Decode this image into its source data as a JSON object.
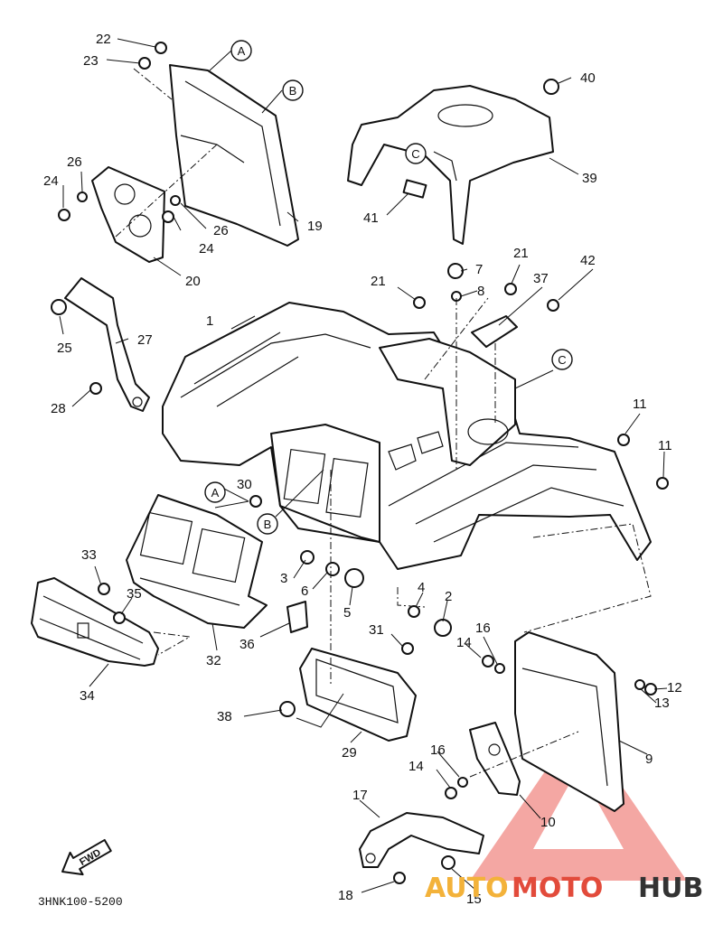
{
  "diagram_code": "3HNK100-5200",
  "fwd_label": "FWD",
  "watermark": {
    "part1": "AUTO",
    "part2": "MOTO",
    "part3": "HUB",
    "colors": {
      "orange": "#f3b23a",
      "red": "#e24b3b",
      "dark": "#333333"
    }
  },
  "reference_marks": [
    "A",
    "B",
    "C"
  ],
  "callouts": [
    "1",
    "2",
    "3",
    "4",
    "5",
    "6",
    "7",
    "8",
    "9",
    "10",
    "11",
    "12",
    "13",
    "14",
    "15",
    "16",
    "17",
    "18",
    "19",
    "20",
    "21",
    "22",
    "23",
    "24",
    "25",
    "26",
    "27",
    "28",
    "29",
    "30",
    "31",
    "32",
    "33",
    "34",
    "35",
    "36",
    "37",
    "38",
    "39",
    "40",
    "41",
    "42"
  ]
}
